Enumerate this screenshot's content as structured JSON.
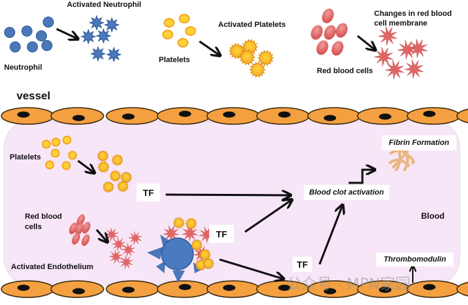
{
  "top_legend": {
    "neutrophil": "Neutrophil",
    "activated_neutrophil": "Activated Neutrophil",
    "platelets": "Platelets",
    "activated_platelets": "Activated Platelets",
    "red_blood_cells": "Red blood cells",
    "rbc_membrane_change_line1": "Changes in red blood",
    "rbc_membrane_change_line2": "cell membrane"
  },
  "vessel_label": "vessel",
  "inside": {
    "platelets": "Platelets",
    "red_blood_cells_line1": "Red blood",
    "red_blood_cells_line2": "cells",
    "activated_endothelium": "Activated Endothelium",
    "tf_labels": [
      "TF",
      "TF",
      "TF"
    ],
    "blood_clot_activation": "Blood clot activation",
    "fibrin_formation": "Fibrin Formation",
    "blood": "Blood",
    "thrombomodulin": "Thrombomodulin"
  },
  "watermark": "公众号 · MPN家园",
  "colors": {
    "neutrophil": "#4a78b8",
    "platelet": "#f5a623",
    "platelet_center": "#ffd23a",
    "rbc": "#e06060",
    "endothelial_cell": "#f4a040",
    "nucleus": "#111111",
    "blood_region": "#f7e6f7"
  }
}
